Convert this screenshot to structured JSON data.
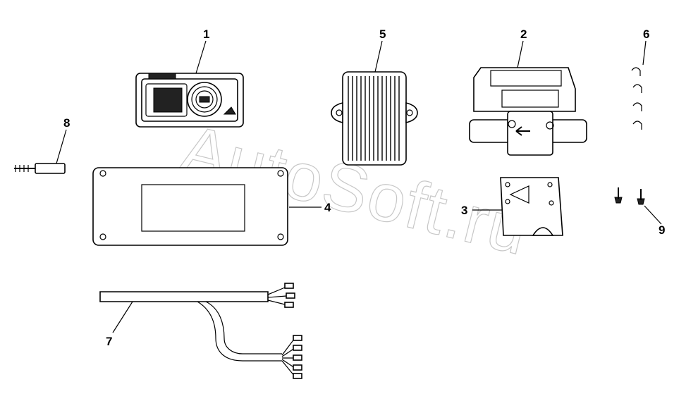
{
  "watermark": "AutoSoft.ru",
  "callouts": [
    "1",
    "2",
    "3",
    "4",
    "5",
    "6",
    "7",
    "8",
    "9"
  ],
  "colors": {
    "line": "#000000",
    "background": "#ffffff",
    "watermark": "#9a9a9a"
  }
}
